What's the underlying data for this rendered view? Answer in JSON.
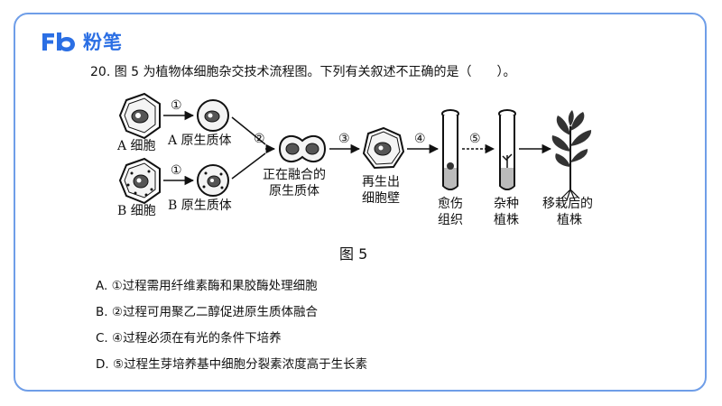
{
  "brand": {
    "name": "粉笔",
    "accent": "#2b6fe4",
    "border": "#6f9ee8"
  },
  "question": {
    "text": "20. 图 5 为植物体细胞杂交技术流程图。下列有关叙述不正确的是（　　）。"
  },
  "diagram": {
    "step1": "①",
    "step2": "②",
    "step3": "③",
    "step4": "④",
    "step5": "⑤",
    "cellA": "A 细胞",
    "cellB": "B 细胞",
    "protoA": "A 原生质体",
    "protoB": "B 原生质体",
    "fusing_line1": "正在融合的",
    "fusing_line2": "原生质体",
    "wall_line1": "再生出",
    "wall_line2": "细胞壁",
    "callus_line1": "愈伤",
    "callus_line2": "组织",
    "hybrid_line1": "杂种",
    "hybrid_line2": "植株",
    "trans_line1": "移栽后的",
    "trans_line2": "植株"
  },
  "figure_caption": "图 5",
  "options": [
    "A. ①过程需用纤维素酶和果胶酶处理细胞",
    "B. ②过程可用聚乙二醇促进原生质体融合",
    "C. ④过程必须在有光的条件下培养",
    "D. ⑤过程生芽培养基中细胞分裂素浓度高于生长素"
  ]
}
